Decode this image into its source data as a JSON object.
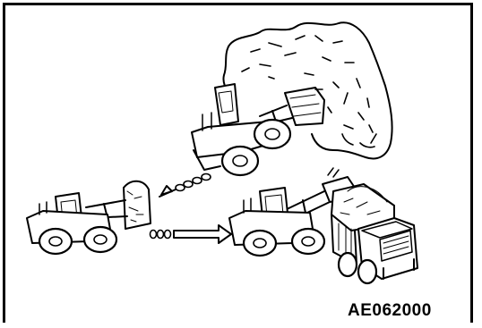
{
  "figure": {
    "code": "AE062000",
    "stroke_color": "#000000",
    "background_color": "#ffffff",
    "depicted": [
      "wheel-loader-digging-pile",
      "wheel-loader-with-full-bucket",
      "wheel-loader-loading-dump-truck",
      "dump-truck",
      "material-pile"
    ]
  }
}
